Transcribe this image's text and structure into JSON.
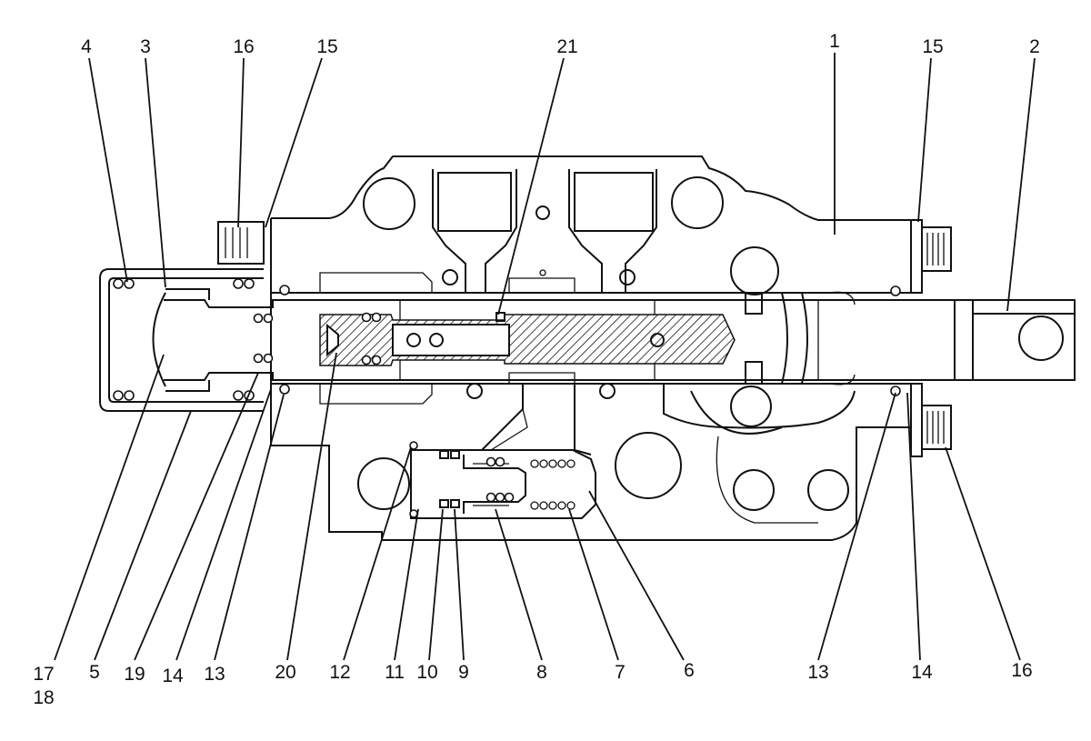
{
  "callouts": {
    "c4": "4",
    "c3": "3",
    "c16_top": "16",
    "c15_top_left": "15",
    "c21": "21",
    "c1": "1",
    "c15_top_right": "15",
    "c2": "2",
    "c17": "17",
    "c18": "18",
    "c5": "5",
    "c19": "19",
    "c14_left": "14",
    "c13_left": "13",
    "c20": "20",
    "c12": "12",
    "c11": "11",
    "c10": "10",
    "c9": "9",
    "c8": "8",
    "c7": "7",
    "c6": "6",
    "c13_right": "13",
    "c14_right": "14",
    "c16_right": "16"
  }
}
